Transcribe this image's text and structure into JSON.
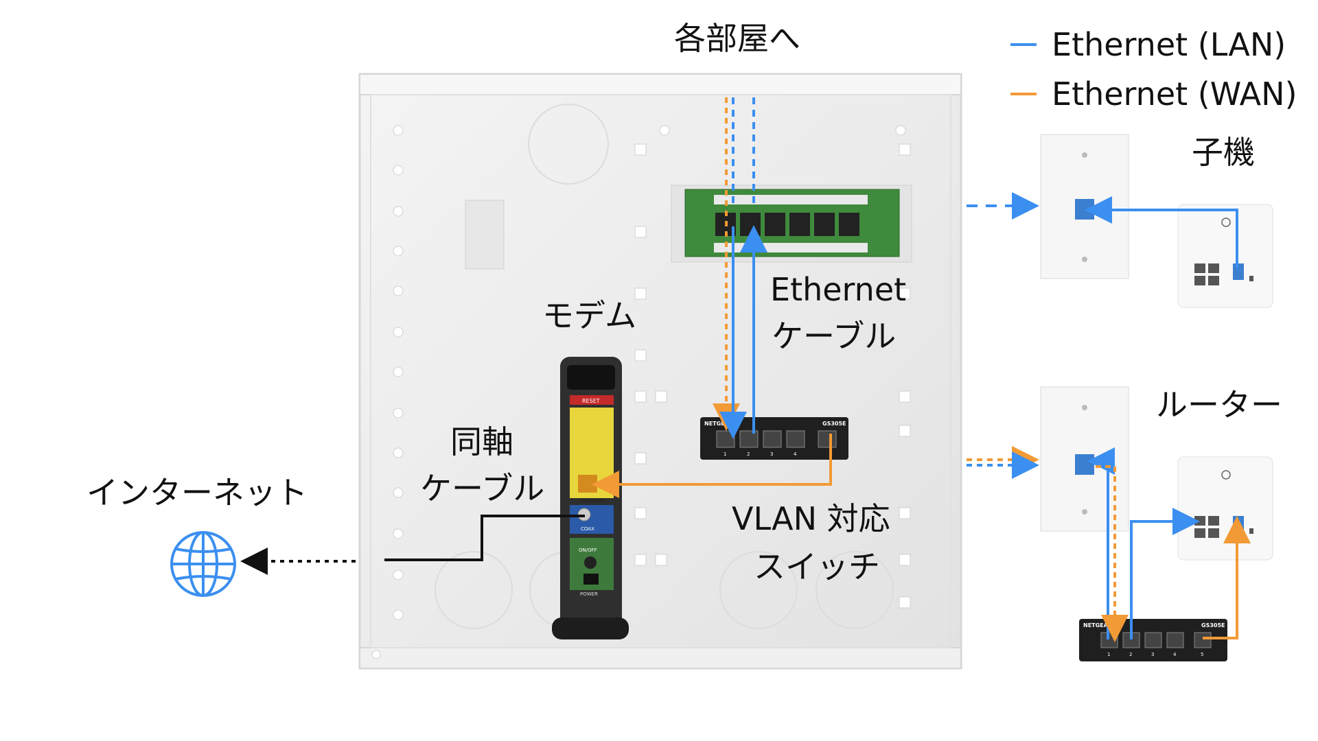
{
  "title": "各部屋へ",
  "legend": [
    {
      "label": "Ethernet (LAN)",
      "color": "#3b8ff0"
    },
    {
      "label": "Ethernet (WAN)",
      "color": "#f29a36"
    }
  ],
  "labels": {
    "modem": "モデム",
    "ethernet_cable_1": "Ethernet",
    "ethernet_cable_2": "ケーブル",
    "coax_1": "同軸",
    "coax_2": "ケーブル",
    "internet": "インターネット",
    "switch_1": "VLAN 対応",
    "switch_2": "スイッチ",
    "satellite": "子機",
    "router": "ルーター"
  },
  "device_text": {
    "reset": "RESET",
    "ethernet": "ETHERNET",
    "coax": "COAX",
    "onoff": "ON/OFF",
    "power": "POWER",
    "netgear": "NETGEAR",
    "model": "GS305E",
    "ports": [
      "1",
      "2",
      "3",
      "4",
      "5"
    ]
  },
  "colors": {
    "lan": "#3b8ff0",
    "wan": "#f29a36",
    "panel": "#ececec",
    "board": "#3f8a3c"
  }
}
